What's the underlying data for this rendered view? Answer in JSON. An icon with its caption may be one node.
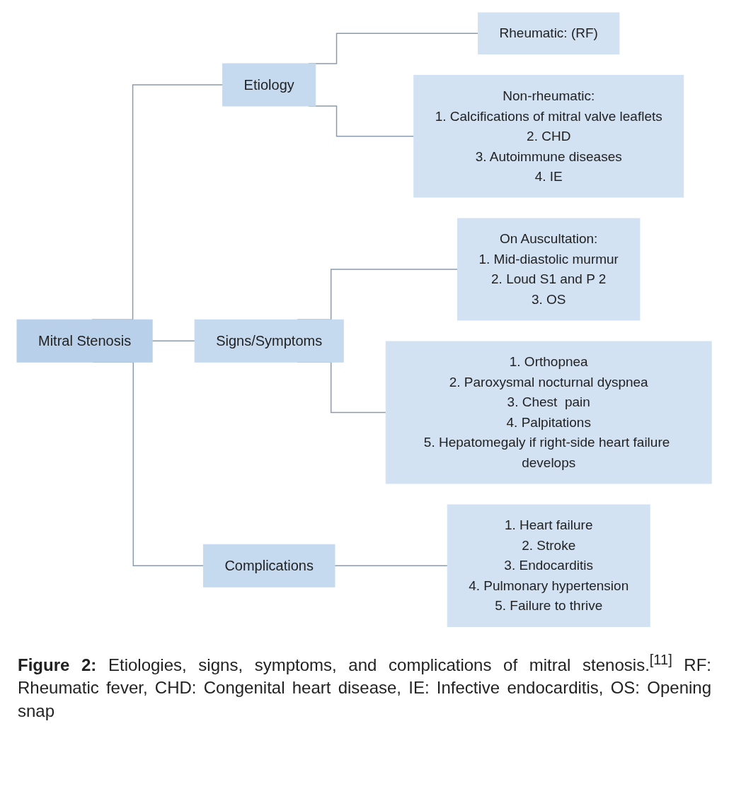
{
  "diagram": {
    "caption": "**Figure 2:** Etiologies, signs, symptoms, and complications of mitral stenosis.$^{[11]}$ RF: Rheumatic fever, CHD: Congenital heart disease, IE: Infective endocarditis, OS: Opening snap",
    "nodes": [
      {
        "text": [
          "Mitral Stenosis"
        ]
      },
      {
        "text": [
          "Etiology"
        ]
      },
      {
        "text": [
          "Rheumatic: (RF)"
        ]
      },
      {
        "text": [
          "Non-rheumatic:",
          "1. Calcifications of mitral valve leaflets",
          "2. CHD",
          "3. Autoimmune diseases",
          "4. IE"
        ]
      },
      {
        "text": [
          "Signs/Symptoms"
        ]
      },
      {
        "text": [
          "On Auscultation:",
          "1. Mid-diastolic murmur",
          "2. Loud S1 and P 2",
          "3. OS"
        ]
      },
      {
        "text": [
          "1. Orthopnea",
          "2. Paroxysmal nocturnal dyspnea",
          "3. Chest  pain",
          "4. Palpitations",
          "5. Hepatomegaly if right-side heart failure develops"
        ]
      },
      {
        "text": [
          "Complications"
        ]
      },
      {
        "text": [
          "1. Heart failure",
          "2. Stroke",
          "3. Endocarditis",
          "4. Pulmonary hypertension",
          "5. Failure to thrive"
        ]
      }
    ],
    "edges": [
      {
        "from": 0,
        "to": 1,
        "arrow": "none"
      },
      {
        "from": 0,
        "to": 4,
        "arrow": "none"
      },
      {
        "from": 0,
        "to": 7,
        "arrow": "none"
      },
      {
        "from": 1,
        "to": 2,
        "arrow": "none"
      },
      {
        "from": 1,
        "to": 3,
        "arrow": "none"
      },
      {
        "from": 4,
        "to": 5,
        "arrow": "none"
      },
      {
        "from": 4,
        "to": 6,
        "arrow": "none"
      },
      {
        "from": 7,
        "to": 8,
        "arrow": "none"
      }
    ]
  }
}
